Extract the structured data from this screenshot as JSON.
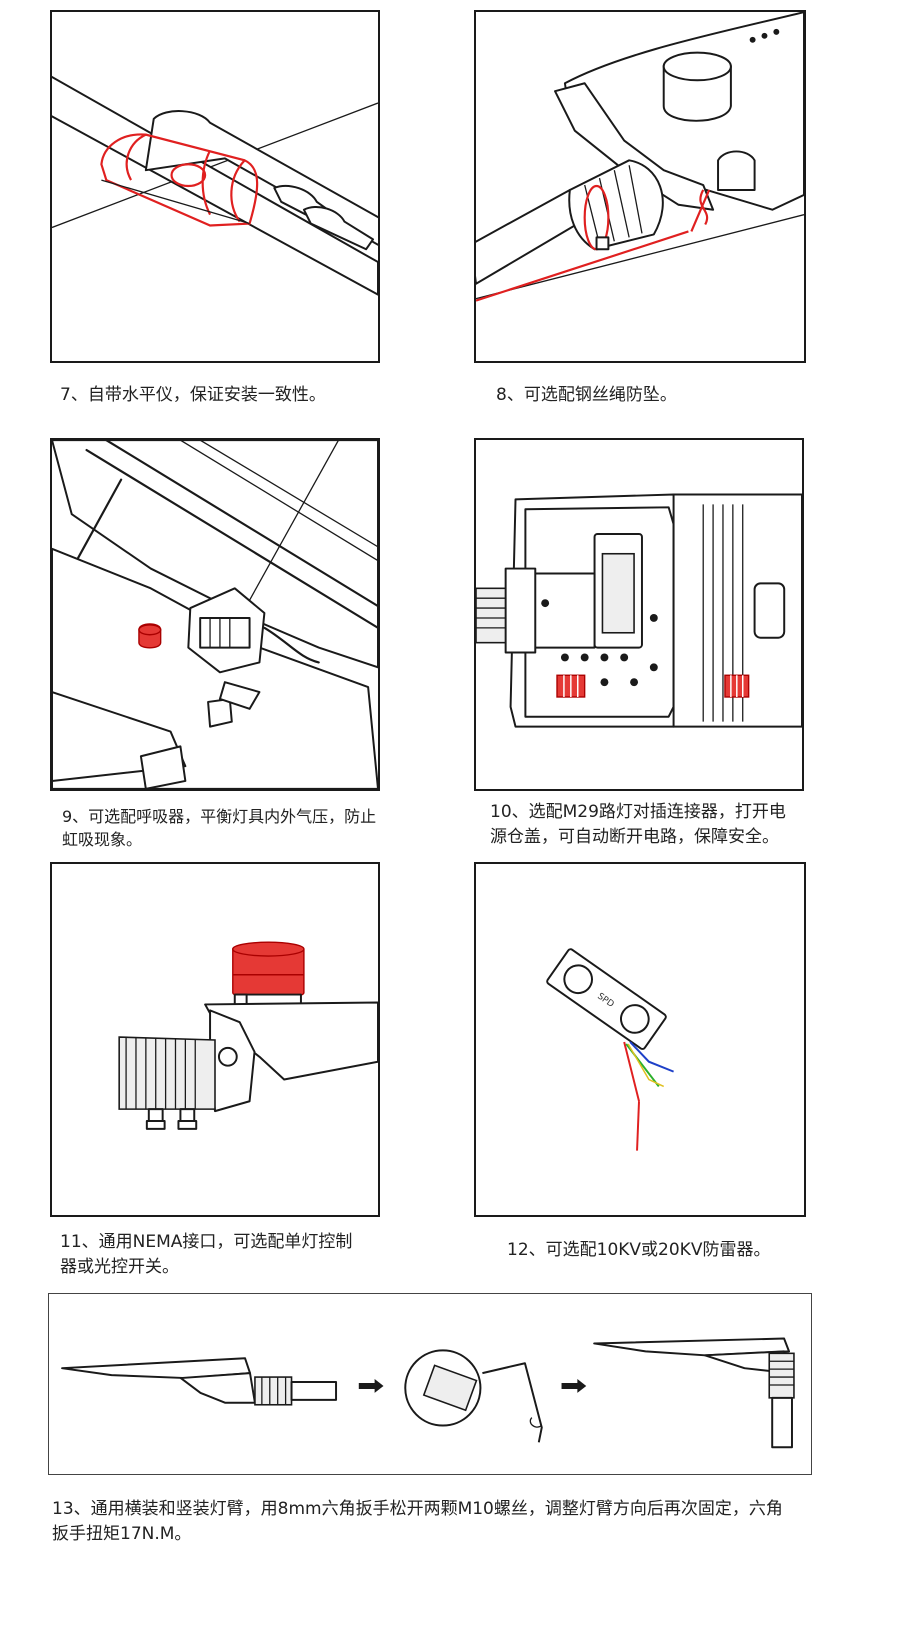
{
  "captions": {
    "c7": "7、自带水平仪，保证安装一致性。",
    "c8": "8、可选配钢丝绳防坠。",
    "c9": "9、可选配呼吸器，平衡灯具内外气压，防止\n虹吸现象。",
    "c10": "10、选配M29路灯对插连接器，打开电\n源仓盖，可自动断开电路，保障安全。",
    "c11": "11、通用NEMA接口，可选配单灯控制\n器或光控开关。",
    "c12": "12、可选配10KV或20KV防雷器。",
    "c13": "13、通用横装和竖装灯臂，用8mm六角扳手松开两颗M10螺丝，调整灯臂方向后再次固定，六角\n扳手扭矩17N.M。"
  },
  "figure_texts": {
    "spd_label": "SPD"
  },
  "colors": {
    "highlight": "#e53935",
    "line": "#1a1a1a"
  }
}
